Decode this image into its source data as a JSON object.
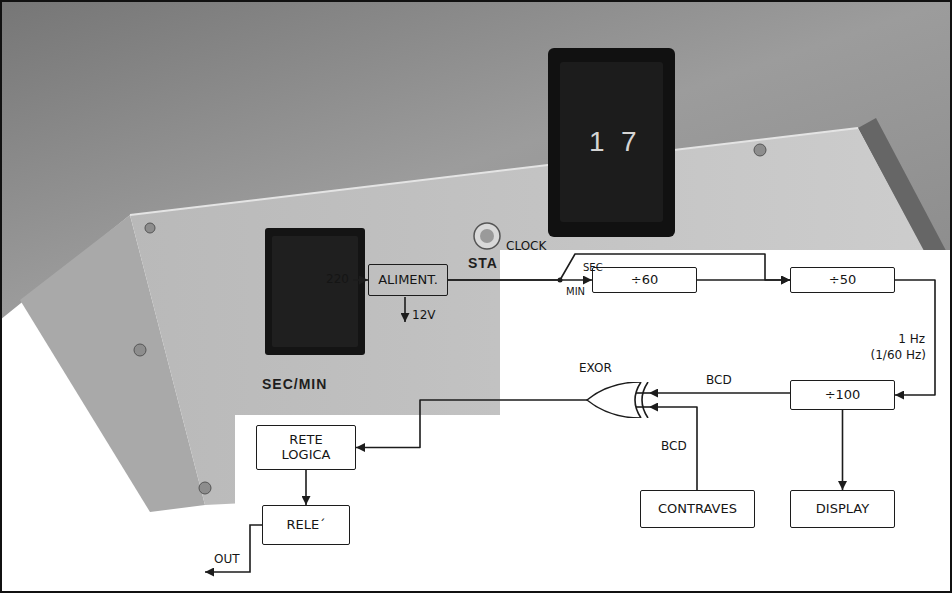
{
  "diagram": {
    "nodes": [
      {
        "text": [
          "ALIMENT."
        ]
      },
      {
        "text": [
          "÷60"
        ]
      },
      {
        "text": [
          "÷50"
        ]
      },
      {
        "text": [
          "RETE LOGICA"
        ]
      },
      {
        "text": [
          "EXOR"
        ]
      },
      {
        "text": [
          "÷100"
        ]
      },
      {
        "text": [
          "RELE´"
        ]
      },
      {
        "text": [
          "CONTRAVES"
        ]
      },
      {
        "text": [
          "DISPLAY"
        ]
      }
    ],
    "edges": [
      {
        "from": 0,
        "to": 1,
        "arrow": "to"
      },
      {
        "from": 0,
        "to": 2,
        "arrow": "to"
      },
      {
        "from": 1,
        "to": 2,
        "arrow": "to"
      },
      {
        "from": 2,
        "to": 5,
        "label": "1 Hz",
        "arrow": "to"
      },
      {
        "from": 5,
        "to": 4,
        "label": "BCD",
        "arrow": "to"
      },
      {
        "from": 7,
        "to": 4,
        "label": "BCD",
        "arrow": "to"
      },
      {
        "from": 4,
        "to": 3,
        "arrow": "to"
      },
      {
        "from": 3,
        "to": 6,
        "arrow": "to"
      },
      {
        "from": 5,
        "to": 8,
        "arrow": "to"
      }
    ],
    "labels": [
      "SEC/MIN",
      "STA",
      "1",
      "7",
      "220",
      "CLOCK",
      "SEC",
      "MIN",
      "12V",
      "(1/60 Hz)",
      "OUT"
    ]
  }
}
